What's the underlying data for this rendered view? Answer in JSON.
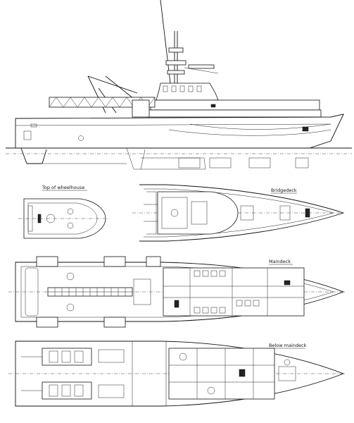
{
  "drawing": {
    "views": {
      "profile": {
        "label": ""
      },
      "top_of_wheelhouse": {
        "label": "Top of wheelhouse"
      },
      "bridgedeck": {
        "label": "Bridgedeck"
      },
      "maindeck": {
        "label": "Maindeck"
      },
      "below_maindeck": {
        "label": "Below maindeck"
      }
    },
    "colors": {
      "ink": "#111111",
      "paper": "#ffffff"
    }
  }
}
